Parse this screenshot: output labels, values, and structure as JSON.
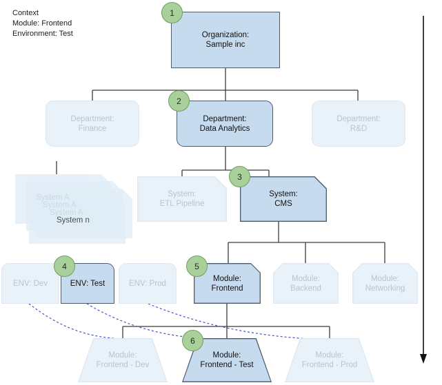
{
  "context": {
    "title": "Context",
    "lines": [
      "Context",
      "Module: Frontend",
      "Environment: Test"
    ]
  },
  "colors": {
    "active_fill": "#c7dbef",
    "faded_fill": "#e9f1f9",
    "active_stroke": "#4d5b6b",
    "faded_stroke": "#dde8f2",
    "badge_fill": "#a9cf9a",
    "badge_stroke": "#6f9e63",
    "edge": "#3a3a3a",
    "dashed_edge": "#4a4ad8",
    "faded_text": "#b9c4cf",
    "active_text": "#101010"
  },
  "nodes": {
    "organization": {
      "label": "Organization:\nSample inc",
      "badge": "1",
      "state": "active"
    },
    "dept_finance": {
      "label": "Department:\nFinance",
      "badge": "",
      "state": "faded"
    },
    "dept_data_analytics": {
      "label": "Department:\nData Analytics",
      "badge": "2",
      "state": "active"
    },
    "dept_rnd": {
      "label": "Department:\nR&D",
      "badge": "",
      "state": "faded"
    },
    "system_stack": {
      "labels": [
        "System A",
        "System A",
        "System A",
        "System n"
      ],
      "state": "faded"
    },
    "system_etl": {
      "label": "System:\nETL Pipeline",
      "badge": "",
      "state": "faded"
    },
    "system_cms": {
      "label": "System:\nCMS",
      "badge": "3",
      "state": "active"
    },
    "env_dev": {
      "label": "ENV: Dev",
      "badge": "",
      "state": "faded"
    },
    "env_test": {
      "label": "ENV: Test",
      "badge": "4",
      "state": "active"
    },
    "env_prod": {
      "label": "ENV: Prod",
      "badge": "",
      "state": "faded"
    },
    "module_frontend": {
      "label": "Module:\nFrontend",
      "badge": "5",
      "state": "active"
    },
    "module_backend": {
      "label": "Module:\nBackend",
      "badge": "",
      "state": "faded"
    },
    "module_networking": {
      "label": "Module:\nNetworking",
      "badge": "",
      "state": "faded"
    },
    "module_frontend_dev": {
      "label": "Module:\nFrontend - Dev",
      "badge": "",
      "state": "faded"
    },
    "module_frontend_test": {
      "label": "Module:\nFrontend - Test",
      "badge": "6",
      "state": "active"
    },
    "module_frontend_prod": {
      "label": "Module:\nFrontend - Prod",
      "badge": "",
      "state": "faded"
    }
  },
  "flow_arrow": {
    "name": "vertical-flow-arrow",
    "direction": "down"
  }
}
